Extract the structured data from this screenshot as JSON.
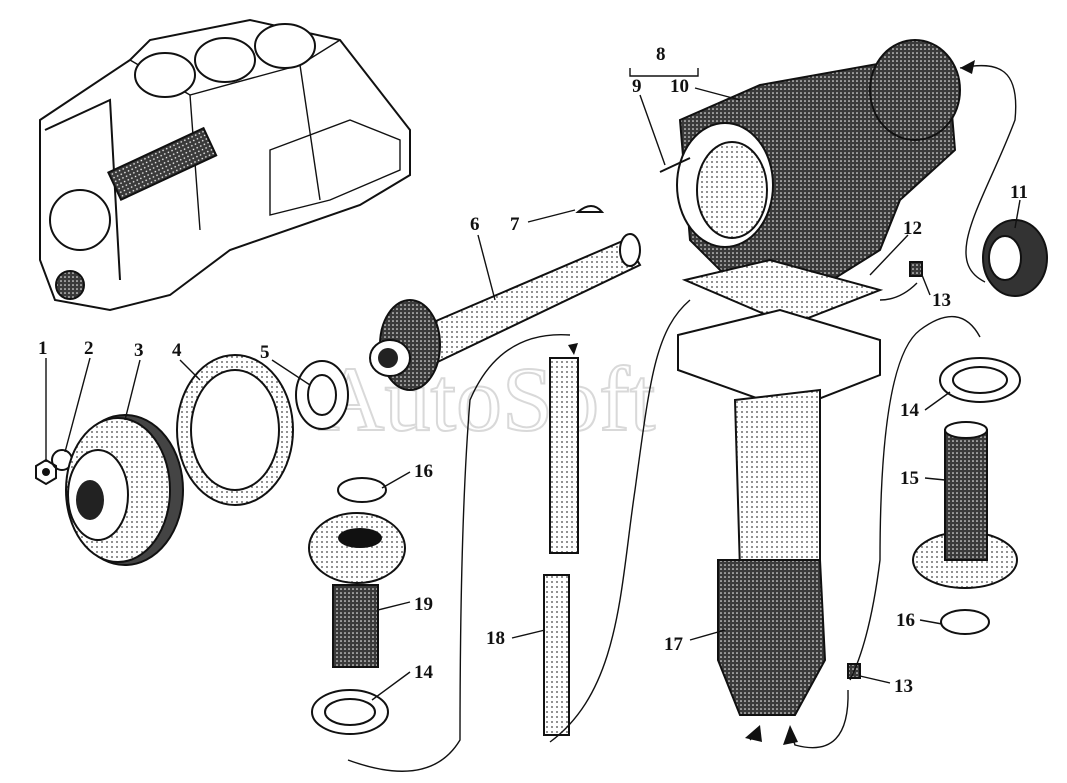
{
  "watermark": "AutoSoft",
  "callouts": {
    "c1": "1",
    "c2": "2",
    "c3": "3",
    "c4": "4",
    "c5": "5",
    "c6": "6",
    "c7": "7",
    "c8": "8",
    "c9": "9",
    "c10": "10",
    "c11": "11",
    "c12": "12",
    "c13a": "13",
    "c13b": "13",
    "c14a": "14",
    "c14b": "14",
    "c15": "15",
    "c16a": "16",
    "c16b": "16",
    "c17": "17",
    "c18": "18",
    "c19": "19"
  },
  "colors": {
    "ink": "#111111",
    "paper": "#ffffff",
    "shade": "#2a2a2a",
    "watermark": "#d9d9d9"
  }
}
